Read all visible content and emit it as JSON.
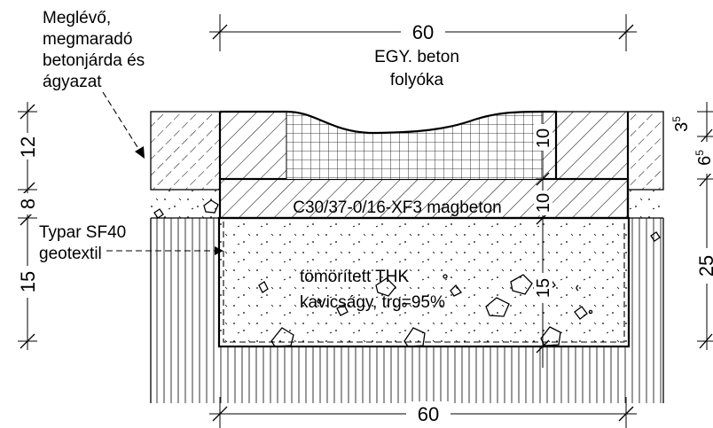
{
  "labels": {
    "existing_line1": "Meglévő,",
    "existing_line2": "megmaradó",
    "existing_line3": "betonjárda és",
    "existing_line4": "ágyazat",
    "channel_line1": "EGY. beton",
    "channel_line2": "folyóka",
    "concrete": "C30/37-0/16-XF3 magbeton",
    "gravel_line1": "tömörített THK",
    "gravel_line2": "kavicságy, trg=95%",
    "geotextile_line1": "Typar SF40",
    "geotextile_line2": "geotextil"
  },
  "dimensions": {
    "top_width": "60",
    "bottom_width": "60",
    "left_upper": "12",
    "left_middle": "8",
    "left_lower": "15",
    "inner_channel": "10",
    "inner_concrete": "10",
    "inner_gravel": "15",
    "right_top_base": "3",
    "right_top_sup": "5",
    "right_mid_base": "6",
    "right_mid_sup": "5",
    "right_lower": "25"
  }
}
